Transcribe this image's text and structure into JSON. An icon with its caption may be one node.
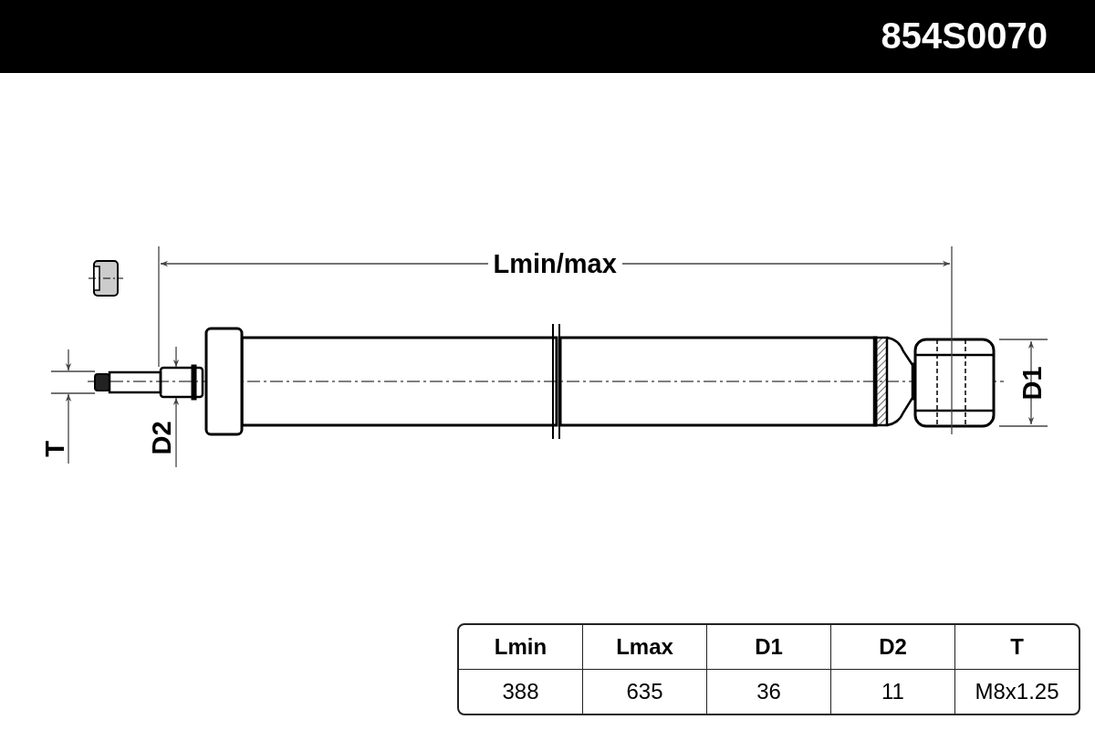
{
  "diagram": {
    "title": "854S0070",
    "labels": [
      "Lmin/max",
      "D1",
      "T",
      "D2",
      "Lmin",
      "Lmax",
      "D1",
      "D2",
      "T",
      "388",
      "635",
      "36",
      "11",
      "M8x1.25"
    ]
  }
}
